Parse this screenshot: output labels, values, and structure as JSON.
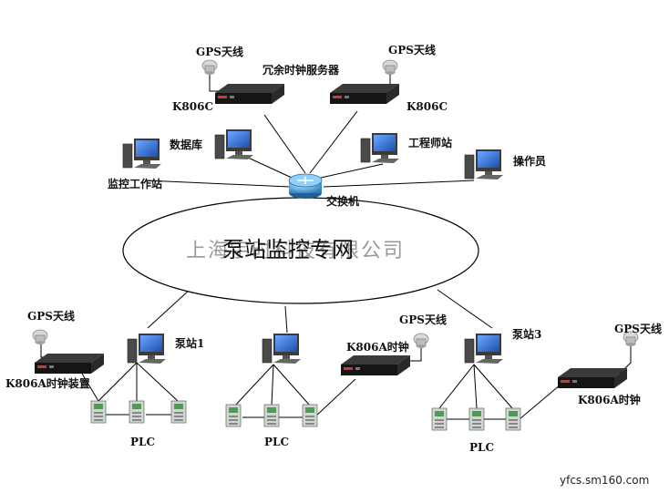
{
  "top": {
    "server_title": "冗余时钟服务器",
    "server_left": "K806C",
    "server_right": "K806C",
    "gps_left": "GPS天线",
    "gps_right": "GPS天线",
    "database": "数据库",
    "engineer": "工程师站",
    "operator": "操作员",
    "monitor_ws": "监控工作站",
    "switch": "交换机"
  },
  "network": {
    "label": "泵站监控专网",
    "watermark": "上海宇时科技有限公司"
  },
  "stations": [
    {
      "gps": "GPS天线",
      "name": "泵站1",
      "clock": "K806A时钟装置",
      "plc": "PLC"
    },
    {
      "gps": "GPS天线",
      "name": "",
      "clock": "K806A时钟",
      "plc": "PLC"
    },
    {
      "gps": "GPS天线",
      "name": "泵站3",
      "clock": "K806A时钟",
      "plc": "PLC"
    }
  ],
  "footer_url": "yfcs.sm160.com",
  "colors": {
    "device_dark": "#1b1b1b",
    "monitor_screen": "#2a63c8",
    "router": "#3a8fd0",
    "line": "#000000"
  }
}
